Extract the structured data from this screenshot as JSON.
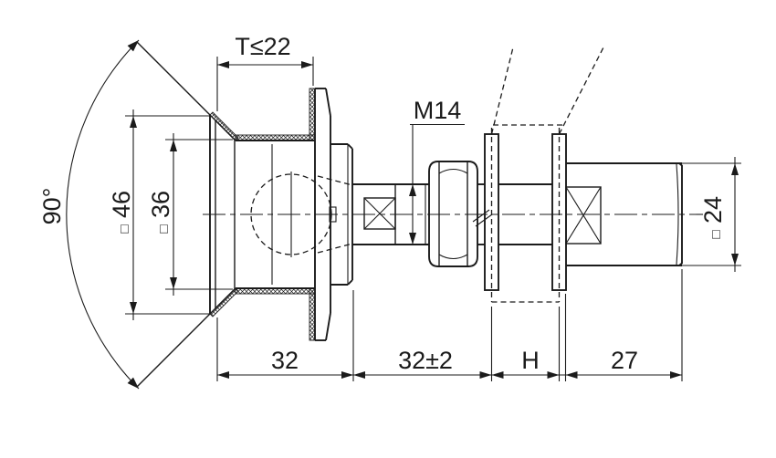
{
  "drawing": {
    "colors": {
      "background": "#ffffff",
      "ink": "#1b1b1b"
    },
    "labels": {
      "cone_angle": "90°",
      "dia_symbol": "□",
      "dia_head": "46",
      "dia_sleeve": "36",
      "dia_rod": "24",
      "glass_thickness": "T≤22",
      "thread": "M14",
      "len_body": "32",
      "len_stud": "32±2",
      "panel_thickness": "H",
      "len_end": "27"
    }
  }
}
